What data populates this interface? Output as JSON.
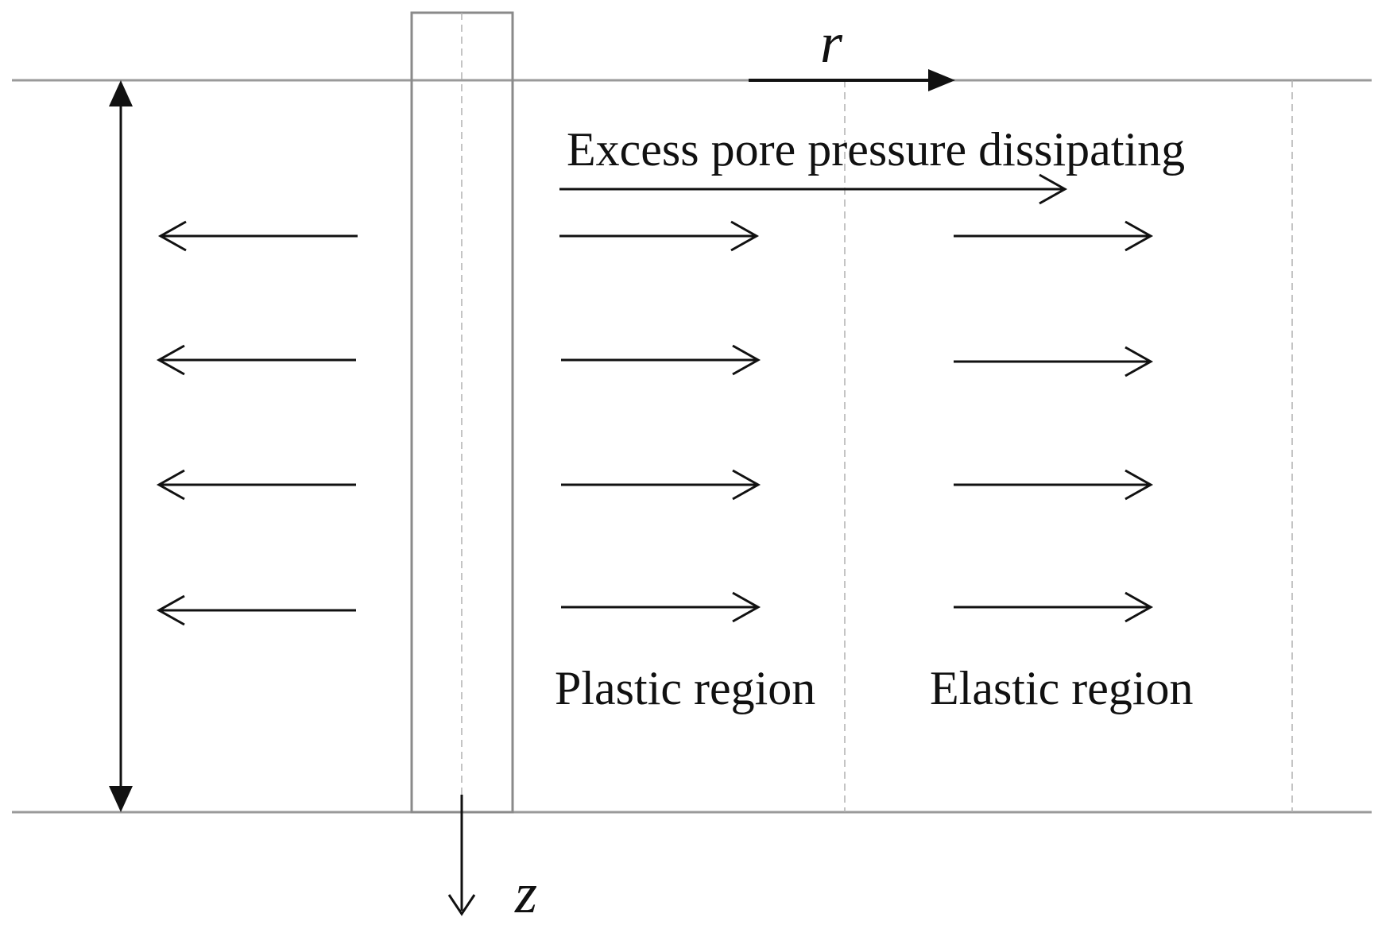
{
  "labels": {
    "title": "Excess pore pressure dissipating",
    "plastic_region": "Plastic region",
    "elastic_region": "Elastic region",
    "r_axis": "r",
    "z_axis": "z"
  },
  "colors": {
    "boundary_line": "#9a9a9a",
    "pile_outline": "#8a8a8a",
    "dashed_line": "#b0b0b0",
    "arrow": "#111111",
    "text": "#111111"
  },
  "icons": {
    "flow_arrow_left": "arrow-left-icon",
    "flow_arrow_right": "arrow-right-icon",
    "depth_arrow": "double-headed-arrow-icon",
    "axis_arrow": "axis-arrow-icon"
  }
}
